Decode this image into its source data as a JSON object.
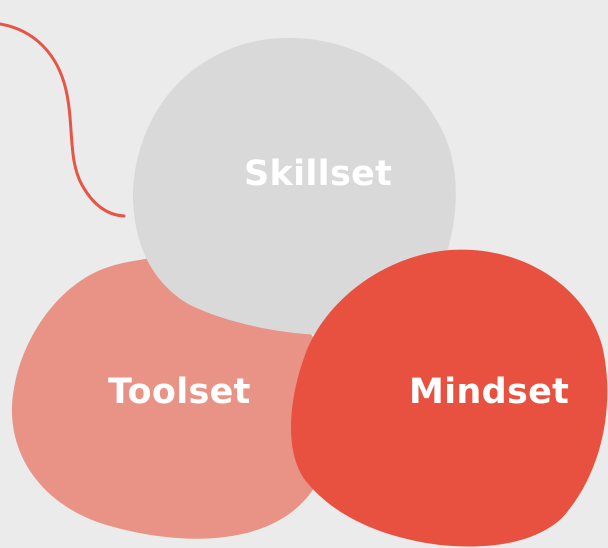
{
  "diagram": {
    "labels": {
      "skillset": "Skillset",
      "toolset": "Toolset",
      "mindset": "Mindset"
    },
    "colors": {
      "background": "#ebebeb",
      "skillset_fill": "#d9d9d9",
      "toolset_fill": "#e89385",
      "mindset_fill": "#e85140",
      "connector_stroke": "#e65545",
      "label_text": "#ffffff"
    }
  }
}
